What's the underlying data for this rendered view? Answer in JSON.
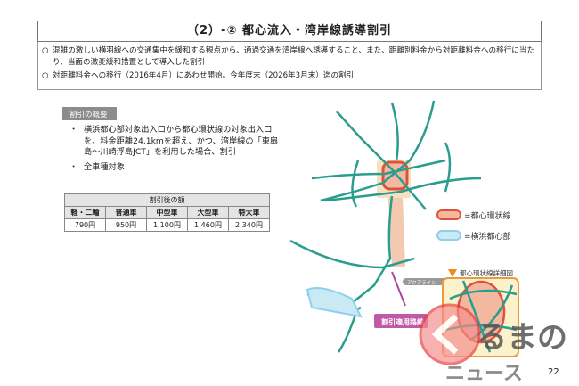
{
  "title": "（2）-② 都心流入・湾岸線誘導割引",
  "notes": [
    {
      "mark": "○",
      "text": "混雑の激しい横羽線への交通集中を緩和する観点から、通過交通を湾岸線へ誘導すること、また、距離別料金から対距離料金への移行に当たり、当面の激変緩和措置として導入した割引"
    },
    {
      "mark": "○",
      "text": "対距離料金への移行（2016年4月）にあわせ開始。今年度末（2026年3月末）迄の割引"
    }
  ],
  "overview": {
    "tag": "割引の概要",
    "bullets": [
      {
        "mark": "・",
        "text": "横浜都心部対象出入口から都心環状線の対象出入口を、料金距離24.1kmを超え、かつ、湾岸線の「東扇島～川崎浮島JCT」を利用した場合、割引"
      },
      {
        "mark": "・",
        "text": "全車種対象"
      }
    ]
  },
  "fare_table": {
    "caption": "割引後の額",
    "headers": [
      "軽・二輪",
      "普通車",
      "中型車",
      "大型車",
      "特大車"
    ],
    "values": [
      "790円",
      "950円",
      "1,100円",
      "1,460円",
      "2,340円"
    ]
  },
  "map": {
    "legend": [
      {
        "label": "=都心環状線",
        "color": "#e0503a"
      },
      {
        "label": "=横浜都心部",
        "color": "#8fd0ea"
      }
    ],
    "inset_title": "都心環状線詳細図",
    "route_label": "割引適用路線",
    "aqua_label": "アクアライン",
    "route_color": "#2a9d8f"
  },
  "watermark": "くるまのニュース",
  "page_number": "22"
}
